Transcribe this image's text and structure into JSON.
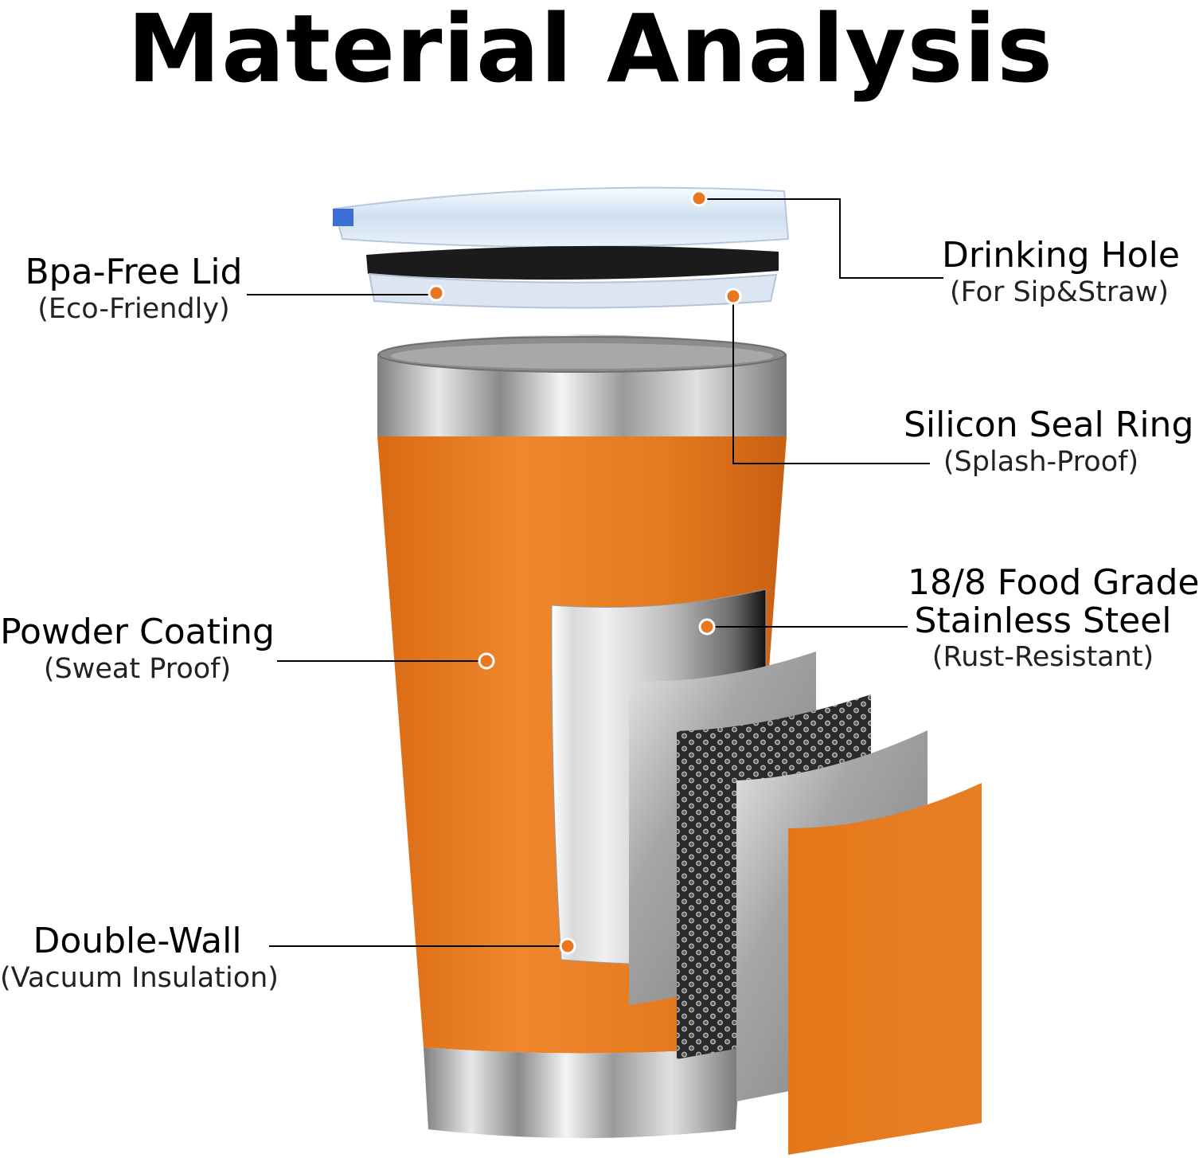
{
  "title": "Material Analysis",
  "colors": {
    "accent": "#E8771F",
    "steel": "#BDBDBD",
    "text": "#000000"
  },
  "labels": {
    "bpa_lid": {
      "main": "Bpa-Free Lid",
      "sub": "(Eco-Friendly)"
    },
    "drinking_hole": {
      "main": "Drinking Hole",
      "sub": "(For Sip&Straw)"
    },
    "seal_ring": {
      "main": "Silicon Seal Ring",
      "sub": "(Splash-Proof)"
    },
    "powder_coating": {
      "main": "Powder Coating",
      "sub": "(Sweat Proof)"
    },
    "stainless": {
      "main1": "18/8 Food Grade",
      "main2": "Stainless Steel",
      "sub": "(Rust-Resistant)"
    },
    "double_wall": {
      "main": "Double-Wall",
      "sub": "(Vacuum Insulation)"
    }
  }
}
